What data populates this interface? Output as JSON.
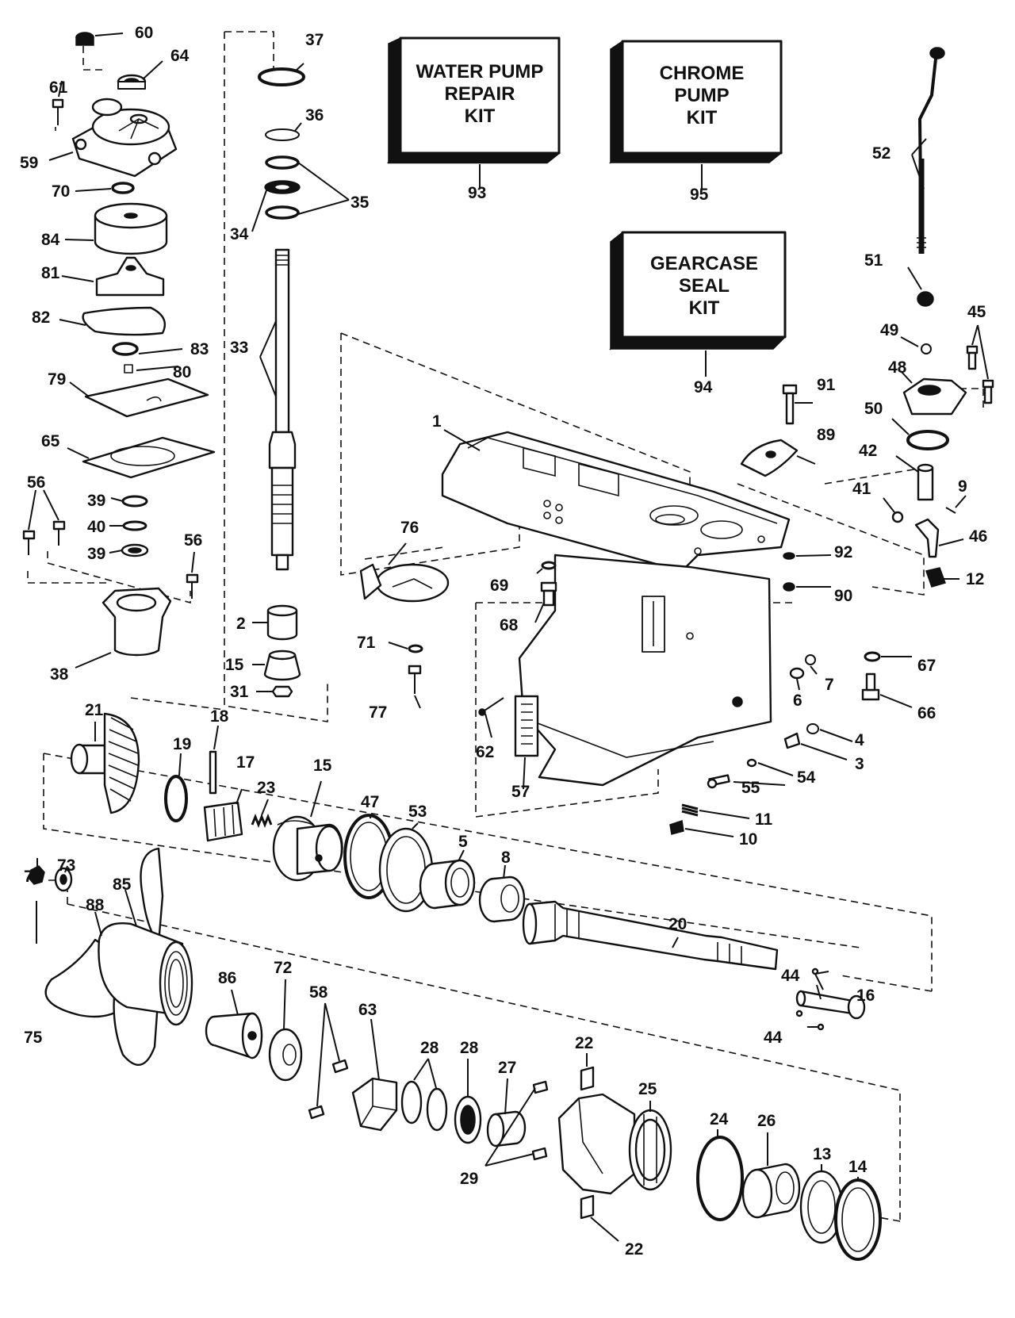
{
  "kits": [
    {
      "id": "93",
      "lines": [
        "WATER PUMP",
        "REPAIR",
        "KIT"
      ]
    },
    {
      "id": "95",
      "lines": [
        "CHROME",
        "PUMP",
        "KIT"
      ]
    },
    {
      "id": "94",
      "lines": [
        "GEARCASE",
        "SEAL",
        "KIT"
      ]
    }
  ],
  "callouts": {
    "c1": "1",
    "c2": "2",
    "c3": "3",
    "c4": "4",
    "c5": "5",
    "c6": "6",
    "c7": "7",
    "c8": "8",
    "c9": "9",
    "c10": "10",
    "c11": "11",
    "c12": "12",
    "c13": "13",
    "c14": "14",
    "c15a": "15",
    "c15b": "15",
    "c16": "16",
    "c17": "17",
    "c18": "18",
    "c19": "19",
    "c20": "20",
    "c21": "21",
    "c22a": "22",
    "c22b": "22",
    "c23": "23",
    "c24": "24",
    "c25": "25",
    "c26": "26",
    "c27": "27",
    "c28a": "28",
    "c28b": "28",
    "c29": "29",
    "c31": "31",
    "c33": "33",
    "c34": "34",
    "c35": "35",
    "c36": "36",
    "c37": "37",
    "c38": "38",
    "c39a": "39",
    "c39b": "39",
    "c40": "40",
    "c41": "41",
    "c42": "42",
    "c44a": "44",
    "c44b": "44",
    "c45": "45",
    "c46": "46",
    "c47": "47",
    "c48": "48",
    "c49": "49",
    "c50": "50",
    "c51": "51",
    "c52": "52",
    "c53": "53",
    "c54": "54",
    "c55": "55",
    "c56a": "56",
    "c56b": "56",
    "c57": "57",
    "c58": "58",
    "c59": "59",
    "c60": "60",
    "c61": "61",
    "c62": "62",
    "c63": "63",
    "c64": "64",
    "c65": "65",
    "c66": "66",
    "c67": "67",
    "c68": "68",
    "c69": "69",
    "c70": "70",
    "c71": "71",
    "c72": "72",
    "c73": "73",
    "c74": "74",
    "c75": "75",
    "c76": "76",
    "c77": "77",
    "c79": "79",
    "c80": "80",
    "c81": "81",
    "c82": "82",
    "c83": "83",
    "c84": "84",
    "c85": "85",
    "c86": "86",
    "c88": "88",
    "c89": "89",
    "c90": "90",
    "c91": "91",
    "c92": "92",
    "c93": "93",
    "c94": "94",
    "c95": "95"
  }
}
